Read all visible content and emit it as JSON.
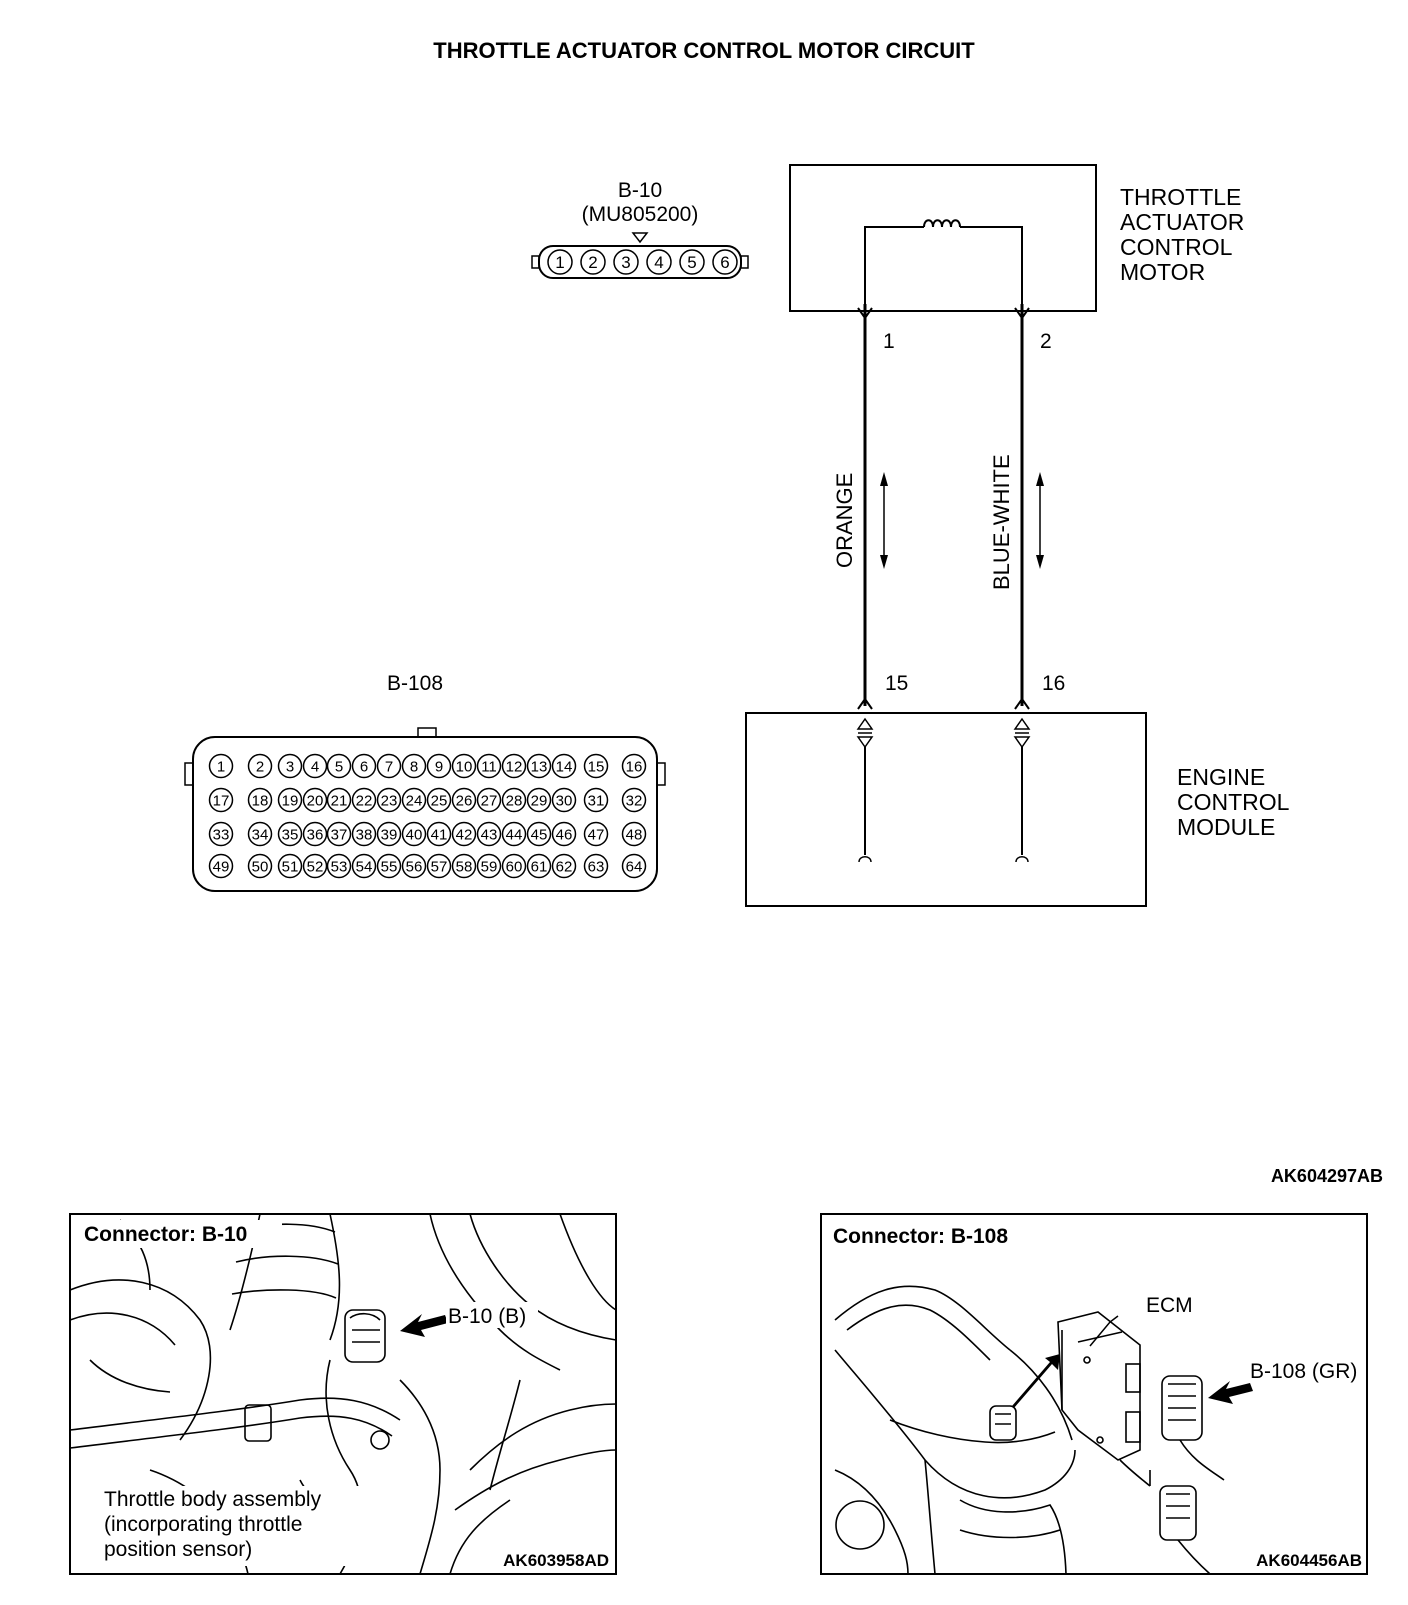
{
  "title": "THROTTLE ACTUATOR CONTROL MOTOR CIRCUIT",
  "connector_b10": {
    "name": "B-10",
    "part_number": "(MU805200)",
    "pins": [
      "1",
      "2",
      "3",
      "4",
      "5",
      "6"
    ]
  },
  "connector_b108": {
    "name": "B-108",
    "pins": [
      "1",
      "2",
      "3",
      "4",
      "5",
      "6",
      "7",
      "8",
      "9",
      "10",
      "11",
      "12",
      "13",
      "14",
      "15",
      "16",
      "17",
      "18",
      "19",
      "20",
      "21",
      "22",
      "23",
      "24",
      "25",
      "26",
      "27",
      "28",
      "29",
      "30",
      "31",
      "32",
      "33",
      "34",
      "35",
      "36",
      "37",
      "38",
      "39",
      "40",
      "41",
      "42",
      "43",
      "44",
      "45",
      "46",
      "47",
      "48",
      "49",
      "50",
      "51",
      "52",
      "53",
      "54",
      "55",
      "56",
      "57",
      "58",
      "59",
      "60",
      "61",
      "62",
      "63",
      "64"
    ]
  },
  "motor": {
    "label_lines": [
      "THROTTLE",
      "ACTUATOR",
      "CONTROL",
      "MOTOR"
    ]
  },
  "ecm": {
    "label_lines": [
      "ENGINE",
      "CONTROL",
      "MODULE"
    ]
  },
  "wires": [
    {
      "color_label": "ORANGE",
      "motor_pin": "1",
      "ecm_pin": "15"
    },
    {
      "color_label": "BLUE-WHITE",
      "motor_pin": "2",
      "ecm_pin": "16"
    }
  ],
  "diagram_code": "AK604297AB",
  "photo_b10": {
    "title": "Connector: B-10",
    "callout": "B-10 (B)",
    "caption_lines": [
      "Throttle body assembly",
      "(incorporating throttle",
      "position sensor)"
    ],
    "code": "AK603958AD"
  },
  "photo_b108": {
    "title": "Connector: B-108",
    "ecm_label": "ECM",
    "callout": "B-108 (GR)",
    "code": "AK604456AB"
  }
}
